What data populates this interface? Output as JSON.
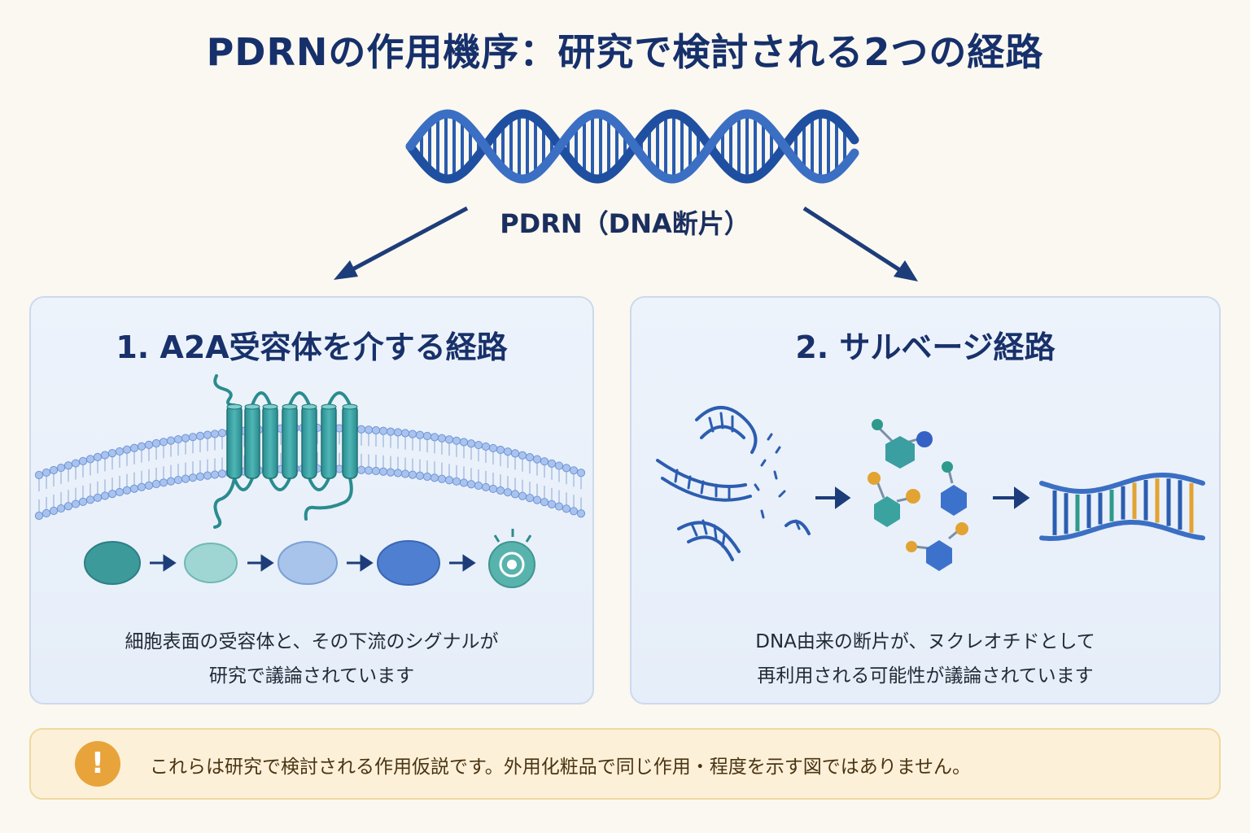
{
  "title": "PDRNの作用機序：研究で検討される2つの経路",
  "dna_label": "PDRN（DNA断片）",
  "panels": [
    {
      "title": "1. A2A受容体を介する経路",
      "desc": [
        "細胞表面の受容体と、その下流のシグナルが",
        "研究で議論されています"
      ]
    },
    {
      "title": "2. サルベージ経路",
      "desc": [
        "DNA由来の断片が、ヌクレオチドとして",
        "再利用される可能性が議論されています"
      ]
    }
  ],
  "notice": {
    "icon": "!",
    "text": "これらは研究で検討される作用仮説です。外用化粧品で同じ作用・程度を示す図ではありません。"
  },
  "colors": {
    "navy": "#16306b",
    "dna_blue": "#2a5cae",
    "teal": "#2f9a9c",
    "panel_bg": "#eaf1fa",
    "notice_bg": "#fcf1d8",
    "notice_icon": "#e8a43a"
  },
  "icons": [
    "dna-helix-icon",
    "down-left-arrow",
    "down-right-arrow",
    "receptor-icon",
    "membrane-icon",
    "signal-cascade-icon",
    "dna-fragment-icon",
    "nucleotide-icon",
    "rebuilt-dna-icon",
    "warning-icon"
  ]
}
